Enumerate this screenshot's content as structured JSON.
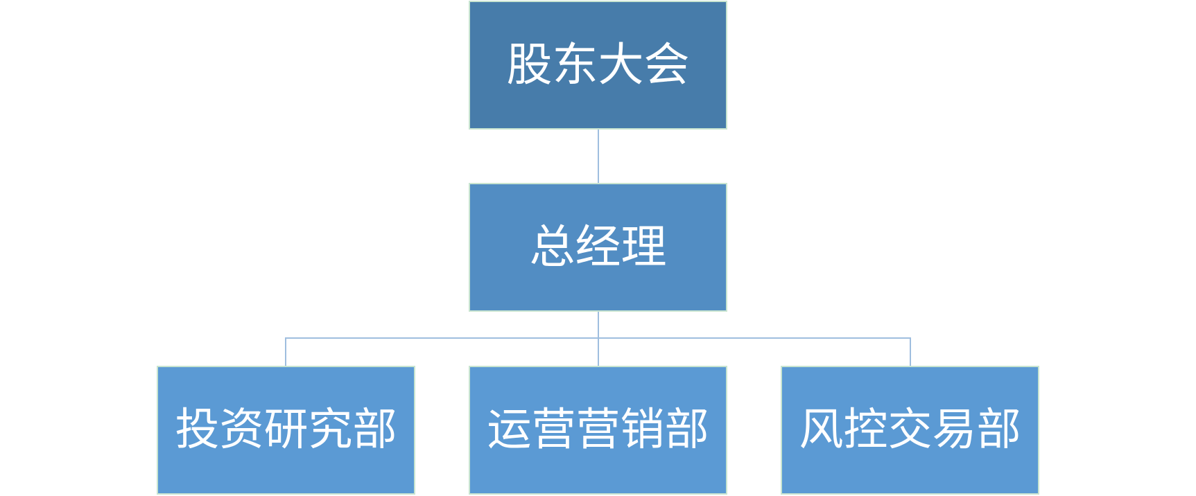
{
  "org_chart": {
    "top": {
      "label": "股东大会",
      "color": "#477caa"
    },
    "middle": {
      "label": "总经理",
      "color": "#528dc3"
    },
    "departments": [
      {
        "label": "投资研究部",
        "color": "#5b9ad4"
      },
      {
        "label": "运营营销部",
        "color": "#5b9ad4"
      },
      {
        "label": "风控交易部",
        "color": "#5b9ad4"
      }
    ],
    "connector_color": "#9fbedf",
    "border_color": "#c8e4d0"
  }
}
